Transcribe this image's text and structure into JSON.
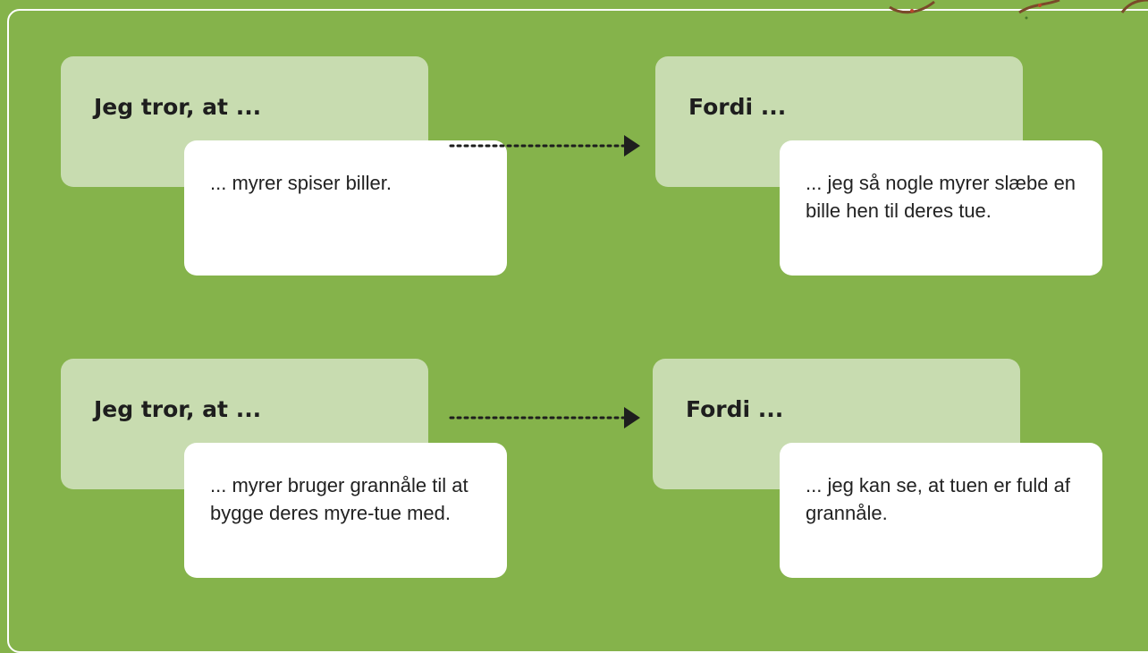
{
  "rows": [
    {
      "claim_label": "Jeg tror, at ...",
      "claim_text": "... myrer spiser biller.",
      "reason_label": "Fordi ...",
      "reason_text": "... jeg så nogle myrer slæbe en bille hen til deres tue."
    },
    {
      "claim_label": "Jeg tror, at ...",
      "claim_text": "... myrer bruger grannåle til at bygge deres myre-tue med.",
      "reason_label": "Fordi ...",
      "reason_text": "... jeg kan se, at tuen er fuld af grannåle."
    }
  ],
  "colors": {
    "background": "#85b34b",
    "label_card": "#c8dcb0",
    "text_card": "#ffffff",
    "arrow": "#1e1e1e"
  }
}
